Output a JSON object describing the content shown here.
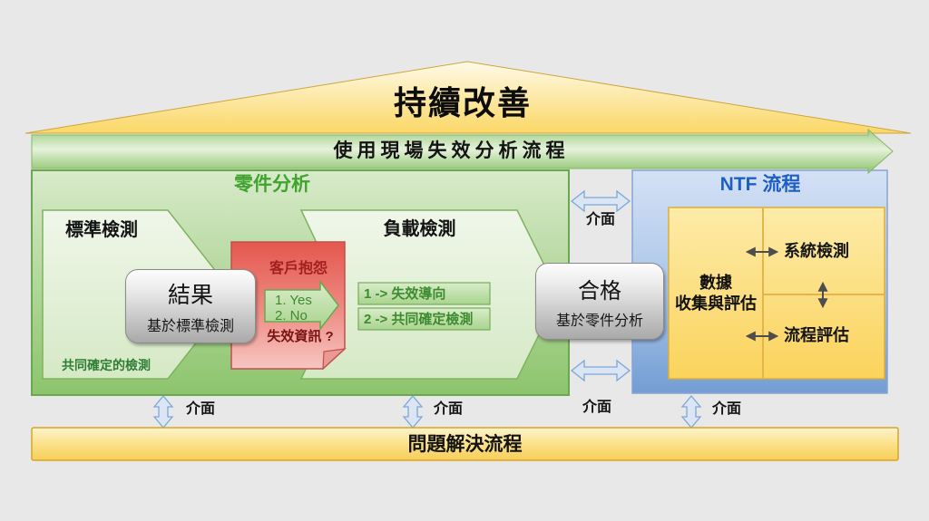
{
  "roof": {
    "title": "持續改善"
  },
  "banner": {
    "title": "使用現場失效分析流程"
  },
  "parts": {
    "title": "零件分析",
    "standard": {
      "title": "標準檢測",
      "footnote": "共同確定的檢測"
    },
    "load": {
      "title": "負載檢測",
      "options": [
        "1 -> 失效導向",
        "2 -> 共同確定檢測"
      ]
    },
    "result_box": {
      "title": "結果",
      "subtitle": "基於標準檢測"
    },
    "complaint": {
      "title": "客戶抱怨",
      "choices": [
        "1. Yes",
        "2. No"
      ],
      "question": "失效資訊 ?"
    }
  },
  "pass_box": {
    "title": "合格",
    "subtitle": "基於零件分析"
  },
  "ntf": {
    "title": "NTF 流程",
    "data_cell": {
      "line1": "數據",
      "line2": "收集與評估"
    },
    "system_cell": "系統檢測",
    "process_cell": "流程評估"
  },
  "interface_label": "介面",
  "bottom_banner": {
    "title": "問題解決流程"
  },
  "colors": {
    "background": "#e8e8e8",
    "roof_yellow": "#fbd765",
    "banner_green": "#8cc46c",
    "parts_box_green": "#9cca7e",
    "chevron_light_green": "#e3f0d8",
    "note_red": "#e4574e",
    "ntf_blue": "#9dbfe6",
    "ntf_yellow": "#fcd95f",
    "accent_green_text": "#3fa32e",
    "accent_blue_text": "#1e5fc4",
    "interface_arrow_fill": "#dbe5f3",
    "interface_arrow_stroke": "#7da7d9"
  }
}
